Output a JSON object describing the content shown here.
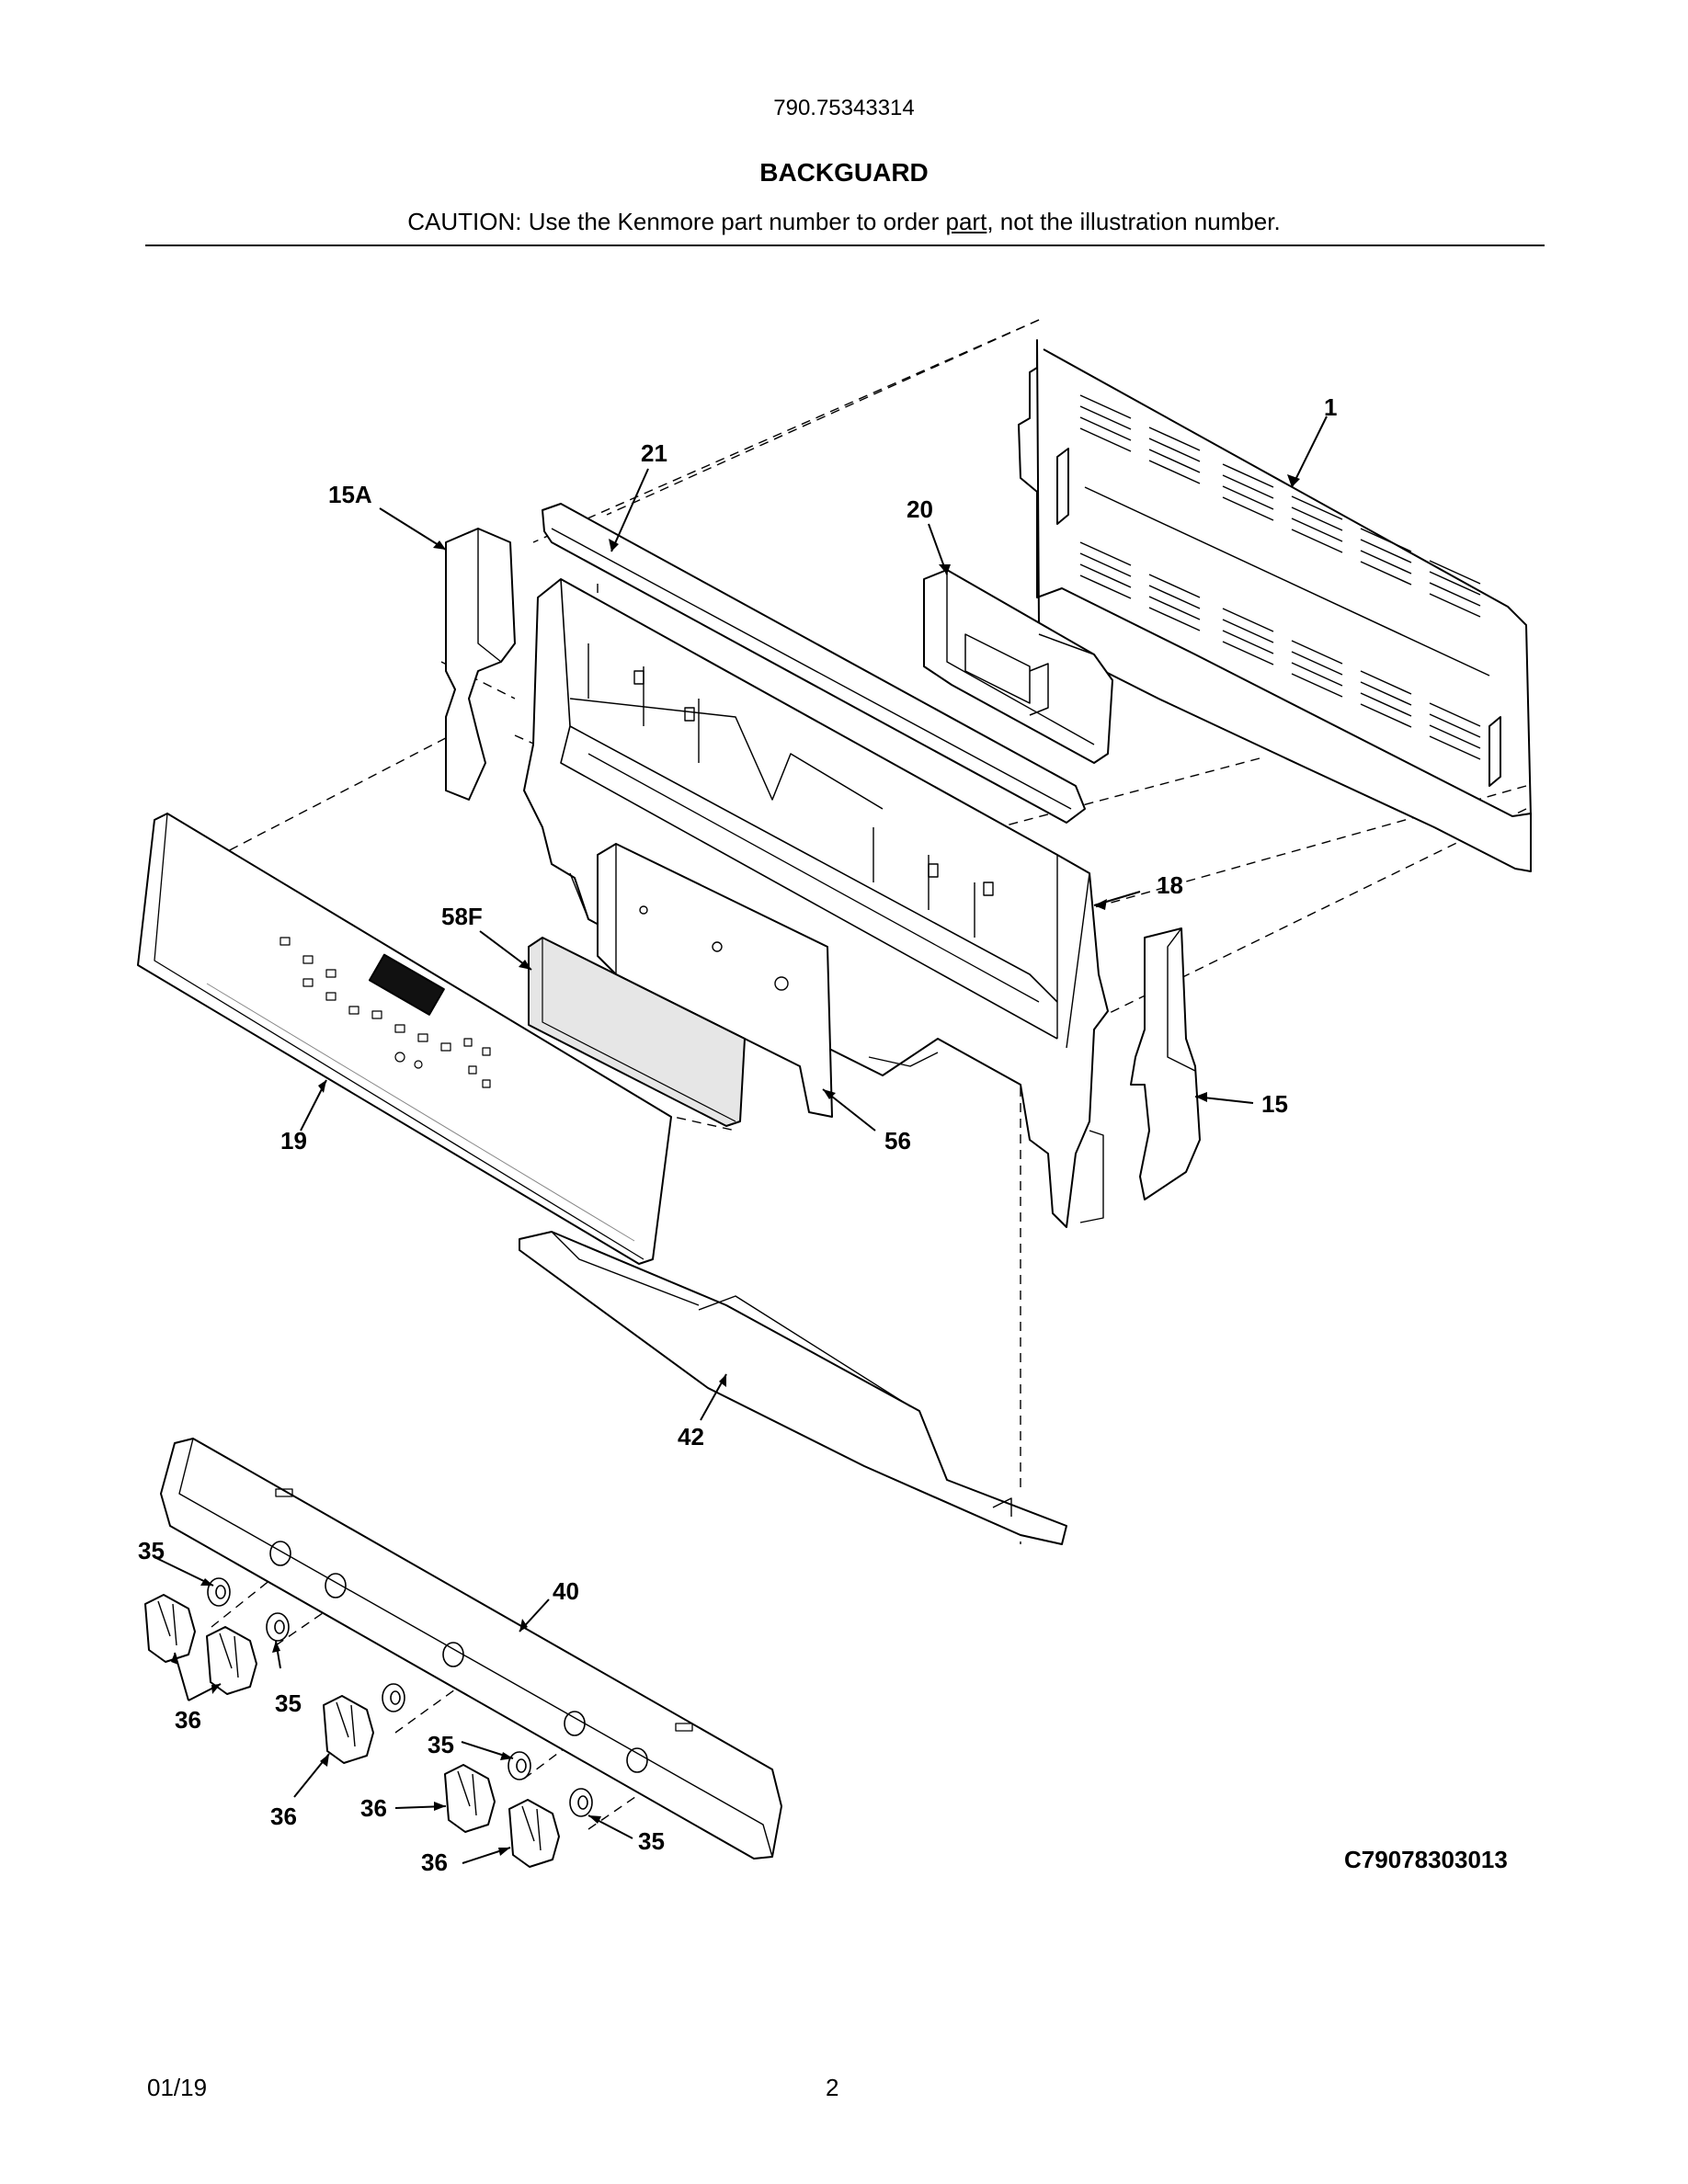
{
  "header": {
    "model_number": "790.75343314",
    "title": "BACKGUARD",
    "caution_prefix": "CAUTION: Use the Kenmore part number to order ",
    "caution_link": "part",
    "caution_suffix": ", not the illustration number."
  },
  "callouts": {
    "c1": "1",
    "c21": "21",
    "c15a": "15A",
    "c20": "20",
    "c18": "18",
    "c58f": "58F",
    "c19": "19",
    "c56": "56",
    "c15": "15",
    "c42": "42",
    "c35a": "35",
    "c40": "40",
    "c36a": "36",
    "c35b": "35",
    "c35c": "35",
    "c36b": "36",
    "c36c": "36",
    "c36d": "36",
    "c35d": "35"
  },
  "footer": {
    "diagram_code": "C79078303013",
    "date": "01/19",
    "page_number": "2"
  }
}
